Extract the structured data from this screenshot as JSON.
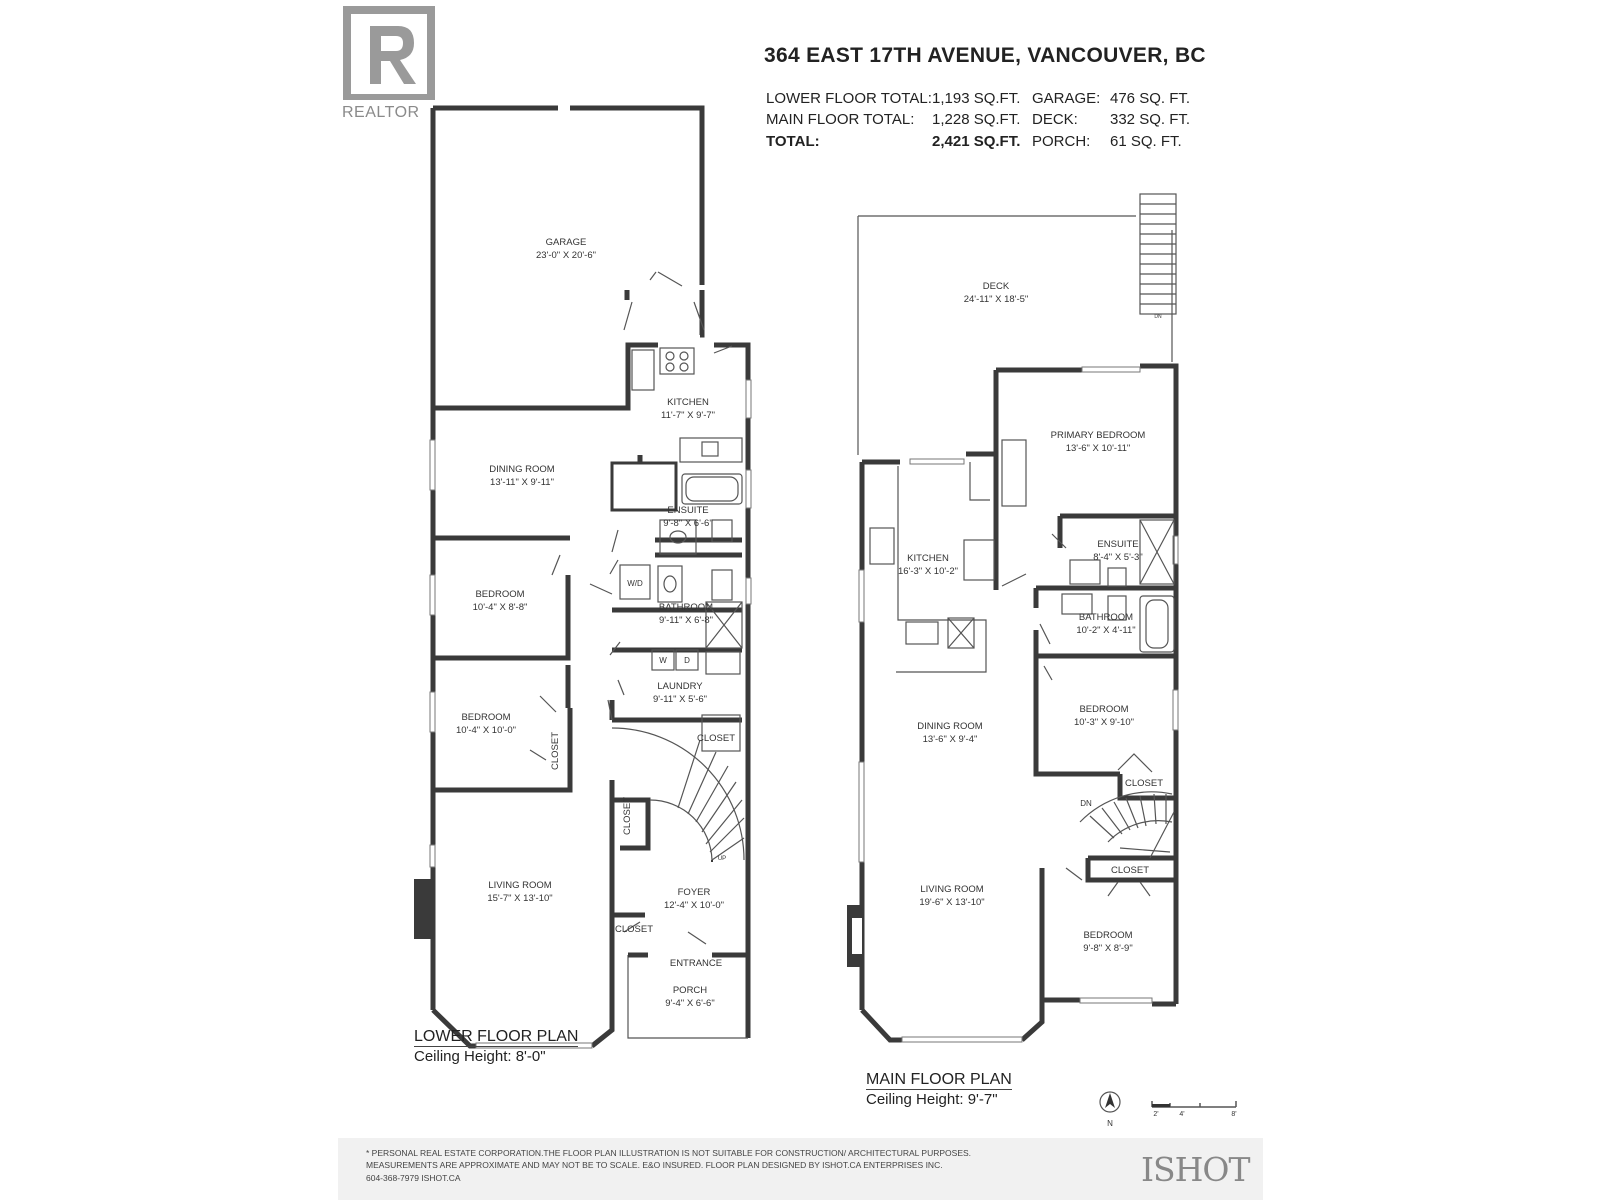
{
  "brand": {
    "realtor": "REALTOR",
    "ishot": "ISHOT"
  },
  "header": {
    "address": "364 EAST 17TH AVENUE, VANCOUVER, BC",
    "totals": [
      {
        "label": "LOWER FLOOR TOTAL:",
        "value": "1,193 SQ.FT.",
        "label2": "GARAGE:",
        "value2": "476 SQ. FT."
      },
      {
        "label": "MAIN FLOOR TOTAL:",
        "value": "1,228 SQ.FT.",
        "label2": "DECK:",
        "value2": "332 SQ. FT."
      },
      {
        "label": "TOTAL:",
        "value": "2,421 SQ.FT.",
        "label2": "PORCH:",
        "value2": "61 SQ. FT."
      }
    ]
  },
  "lower": {
    "plan_label": "LOWER FLOOR PLAN",
    "ceiling": "Ceiling Height: 8'-0\"",
    "rooms": {
      "garage": {
        "name": "GARAGE",
        "dims": "23'-0\" X 20'-6\""
      },
      "kitchen": {
        "name": "KITCHEN",
        "dims": "11'-7\" X 9'-7\""
      },
      "dining": {
        "name": "DINING ROOM",
        "dims": "13'-11\" X 9'-11\""
      },
      "ensuite": {
        "name": "ENSUITE",
        "dims": "9'-8\" X 6'-6\""
      },
      "bedroom1": {
        "name": "BEDROOM",
        "dims": "10'-4\" X 8'-8\""
      },
      "bathroom": {
        "name": "BATHROOM",
        "dims": "9'-11\" X 6'-8\""
      },
      "laundry": {
        "name": "LAUNDRY",
        "dims": "9'-11\" X 5'-6\""
      },
      "bedroom2": {
        "name": "BEDROOM",
        "dims": "10'-4\" X 10'-0\""
      },
      "living": {
        "name": "LIVING ROOM",
        "dims": "15'-7\" X 13'-10\""
      },
      "foyer": {
        "name": "FOYER",
        "dims": "12'-4\" X 10'-0\""
      },
      "porch": {
        "name": "PORCH",
        "dims": "9'-4\" X 6'-6\""
      }
    },
    "closet": "CLOSET",
    "entrance": "ENTRANCE",
    "wd": "W/D",
    "w": "W",
    "d": "D",
    "up": "UP"
  },
  "main": {
    "plan_label": "MAIN FLOOR PLAN",
    "ceiling": "Ceiling Height: 9'-7\"",
    "rooms": {
      "deck": {
        "name": "DECK",
        "dims": "24'-11\" X 18'-5\""
      },
      "primary": {
        "name": "PRIMARY BEDROOM",
        "dims": "13'-6\" X 10'-11\""
      },
      "kitchen": {
        "name": "KITCHEN",
        "dims": "16'-3\" X 10'-2\""
      },
      "ensuite": {
        "name": "ENSUITE",
        "dims": "8'-4\" X 5'-3\""
      },
      "bathroom": {
        "name": "BATHROOM",
        "dims": "10'-2\" X 4'-11\""
      },
      "bedroom1": {
        "name": "BEDROOM",
        "dims": "10'-3\" X 9'-10\""
      },
      "dining": {
        "name": "DINING ROOM",
        "dims": "13'-6\" X 9'-4\""
      },
      "living": {
        "name": "LIVING ROOM",
        "dims": "19'-6\" X 13'-10\""
      },
      "bedroom2": {
        "name": "BEDROOM",
        "dims": "9'-8\" X 8'-9\""
      }
    },
    "closet": "CLOSET",
    "dn": "DN"
  },
  "scale": {
    "north": "N",
    "marks": [
      "2'",
      "4'",
      "8'"
    ]
  },
  "footer": {
    "line1": "* PERSONAL REAL ESTATE CORPORATION.THE FLOOR PLAN ILLUSTRATION IS NOT SUITABLE FOR CONSTRUCTION/ ARCHITECTURAL PURPOSES.",
    "line2": "MEASUREMENTS ARE APPROXIMATE AND MAY NOT BE TO SCALE. E&O INSURED. FLOOR PLAN DESIGNED BY ISHOT.CA ENTERPRISES INC.",
    "line3": "604-368-7979  ISHOT.CA"
  }
}
